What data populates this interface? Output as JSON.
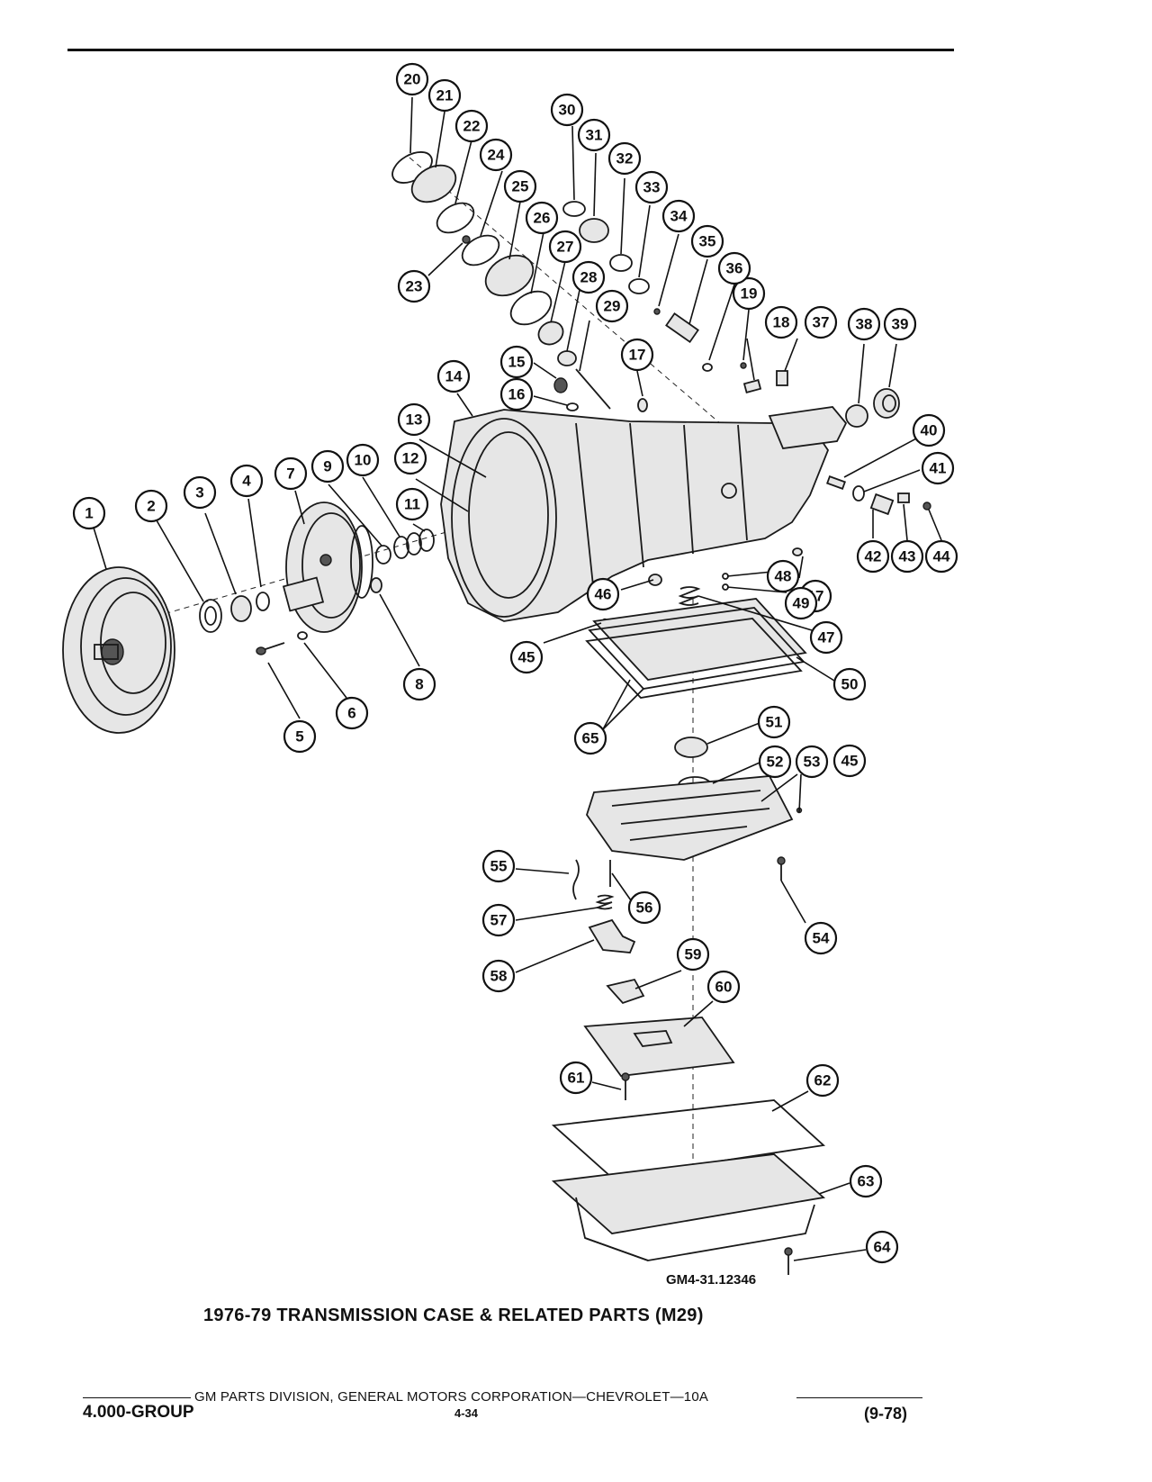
{
  "figure": {
    "code": "GM4-31.12346",
    "caption": "1976-79 TRANSMISSION CASE & RELATED PARTS (M29)"
  },
  "footer": {
    "title": "GM PARTS DIVISION, GENERAL MOTORS CORPORATION—CHEVROLET—10A",
    "group": "4.000-GROUP",
    "page": "4-34",
    "date": "(9-78)"
  },
  "callouts": [
    "1",
    "2",
    "3",
    "4",
    "5",
    "6",
    "7",
    "8",
    "9",
    "10",
    "11",
    "12",
    "13",
    "14",
    "15",
    "16",
    "17",
    "17",
    "18",
    "19",
    "20",
    "21",
    "22",
    "23",
    "24",
    "25",
    "26",
    "27",
    "28",
    "29",
    "30",
    "31",
    "32",
    "33",
    "34",
    "35",
    "36",
    "37",
    "38",
    "39",
    "40",
    "41",
    "42",
    "43",
    "44",
    "45",
    "45",
    "46",
    "47",
    "48",
    "49",
    "50",
    "51",
    "52",
    "53",
    "54",
    "55",
    "56",
    "57",
    "58",
    "59",
    "60",
    "61",
    "62",
    "63",
    "64",
    "65"
  ]
}
